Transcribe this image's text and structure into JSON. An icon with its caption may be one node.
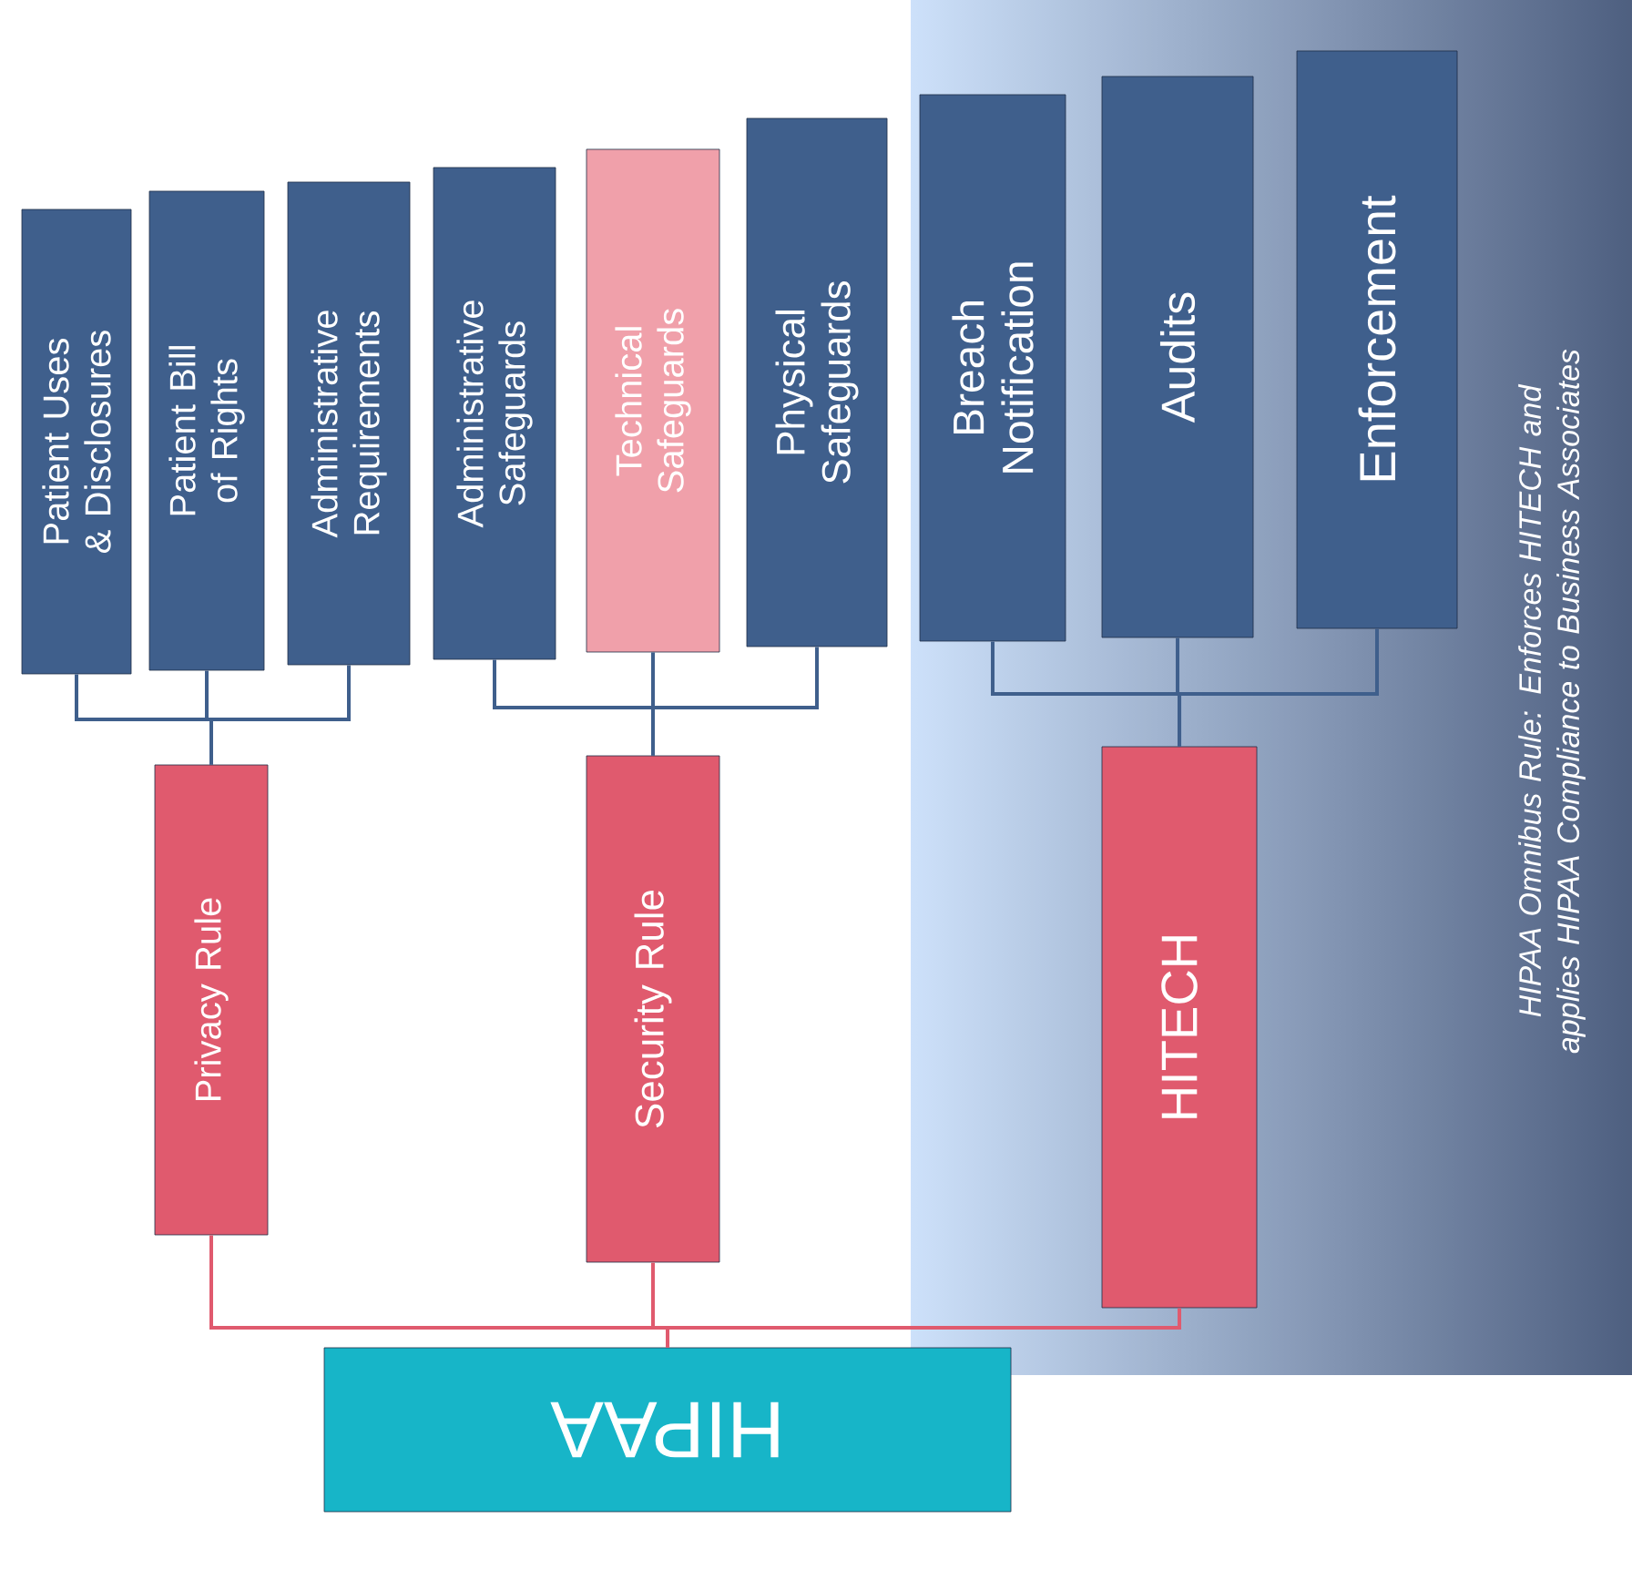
{
  "diagram": {
    "nodes": [
      {
        "text": [
          "HIPAA Omnibus Rule: Enforces HITECH and applies HIPAA Compliance to Business Associates"
        ]
      },
      {
        "text": [
          "Patient Uses & Disclosures"
        ]
      },
      {
        "text": [
          "Patient Bill of Rights"
        ]
      },
      {
        "text": [
          "Administrative Requirements"
        ]
      },
      {
        "text": [
          "Administrative Safeguards"
        ]
      },
      {
        "text": [
          "Technical Safeguards"
        ]
      },
      {
        "text": [
          "Physical Safeguards"
        ]
      },
      {
        "text": [
          "Breach Notification"
        ],
        "in": 0
      },
      {
        "text": [
          "Audits"
        ],
        "in": 0
      },
      {
        "text": [
          "Enforcement"
        ],
        "in": 0
      },
      {
        "text": [
          "Privacy Rule"
        ]
      },
      {
        "text": [
          "Security Rule"
        ]
      },
      {
        "text": [
          "HITECH"
        ],
        "in": 0
      },
      {
        "text": [
          "HIPAA"
        ]
      }
    ],
    "edges": [
      {
        "from": 10,
        "to": 1,
        "arrow": "none"
      },
      {
        "from": 10,
        "to": 2,
        "arrow": "none"
      },
      {
        "from": 10,
        "to": 3,
        "arrow": "none"
      },
      {
        "from": 11,
        "to": 4,
        "arrow": "none"
      },
      {
        "from": 11,
        "to": 5,
        "arrow": "none"
      },
      {
        "from": 11,
        "to": 6,
        "arrow": "none"
      },
      {
        "from": 12,
        "to": 7,
        "arrow": "none"
      },
      {
        "from": 12,
        "to": 8,
        "arrow": "none"
      },
      {
        "from": 12,
        "to": 9,
        "arrow": "none"
      },
      {
        "from": 13,
        "to": 10,
        "arrow": "none",
        "color": "#e05a6e"
      },
      {
        "from": 13,
        "to": 11,
        "arrow": "none",
        "color": "#e05a6e"
      },
      {
        "from": 13,
        "to": 12,
        "arrow": "none",
        "color": "#e05a6e"
      }
    ]
  }
}
